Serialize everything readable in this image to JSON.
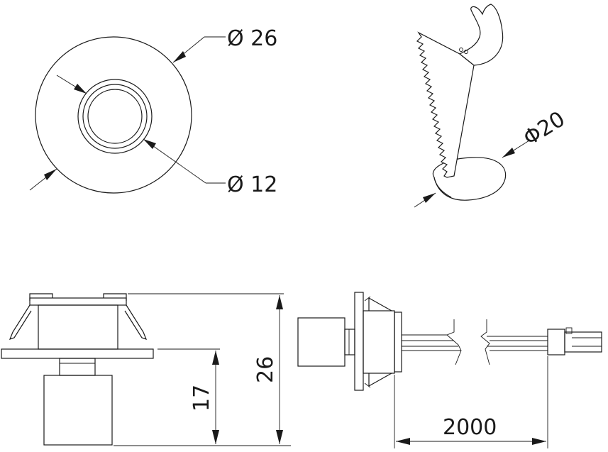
{
  "labels": {
    "outer_diameter": "Ø 26",
    "inner_diameter": "Ø 12",
    "cutout_diameter": "Φ20",
    "total_height": "26",
    "body_height": "17",
    "cable_length": "2000"
  }
}
